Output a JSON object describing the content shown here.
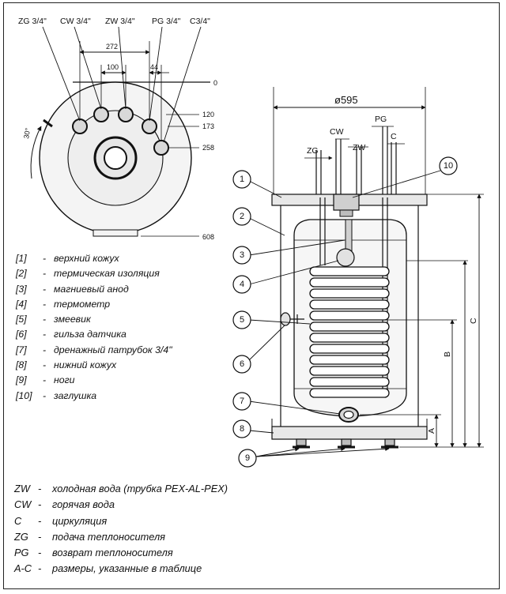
{
  "top_view": {
    "connections": [
      "ZG 3/4\"",
      "CW 3/4\"",
      "ZW 3/4\"",
      "PG 3/4\"",
      "C3/4\""
    ],
    "dims": {
      "d272": "272",
      "d100": "100",
      "d44": "44"
    },
    "levels": [
      "0",
      "120",
      "173",
      "258",
      "608"
    ],
    "angle": "30°"
  },
  "side_view": {
    "width": "ø595",
    "connections": {
      "cw": "CW",
      "pg": "PG",
      "zg": "ZG",
      "zw": "ZW",
      "c": "C"
    },
    "dims": {
      "a": "A",
      "b": "B",
      "c": "C"
    },
    "callouts": [
      "1",
      "2",
      "3",
      "4",
      "5",
      "6",
      "7",
      "8",
      "9",
      "10"
    ]
  },
  "legend": [
    {
      "key": "[1]",
      "text": "верхний кожух"
    },
    {
      "key": "[2]",
      "text": "термическая изоляция"
    },
    {
      "key": "[3]",
      "text": "магниевый анод"
    },
    {
      "key": "[4]",
      "text": "термометр"
    },
    {
      "key": "[5]",
      "text": "змеевик"
    },
    {
      "key": "[6]",
      "text": "гильза датчика"
    },
    {
      "key": "[7]",
      "text": "дренажный патрубок 3/4\""
    },
    {
      "key": "[8]",
      "text": "нижний кожух"
    },
    {
      "key": "[9]",
      "text": "ноги"
    },
    {
      "key": "[10]",
      "text": "заглушка"
    }
  ],
  "abbreviations": [
    {
      "key": "ZW",
      "text": "холодная вода (трубка PEX-AL-PEX)"
    },
    {
      "key": "CW",
      "text": "горячая вода"
    },
    {
      "key": "C",
      "text": "циркуляция"
    },
    {
      "key": "ZG",
      "text": "подача теплоносителя"
    },
    {
      "key": "PG",
      "text": "возврат теплоносителя"
    },
    {
      "key": "A-C",
      "text": "размеры, указанные в таблице"
    }
  ]
}
